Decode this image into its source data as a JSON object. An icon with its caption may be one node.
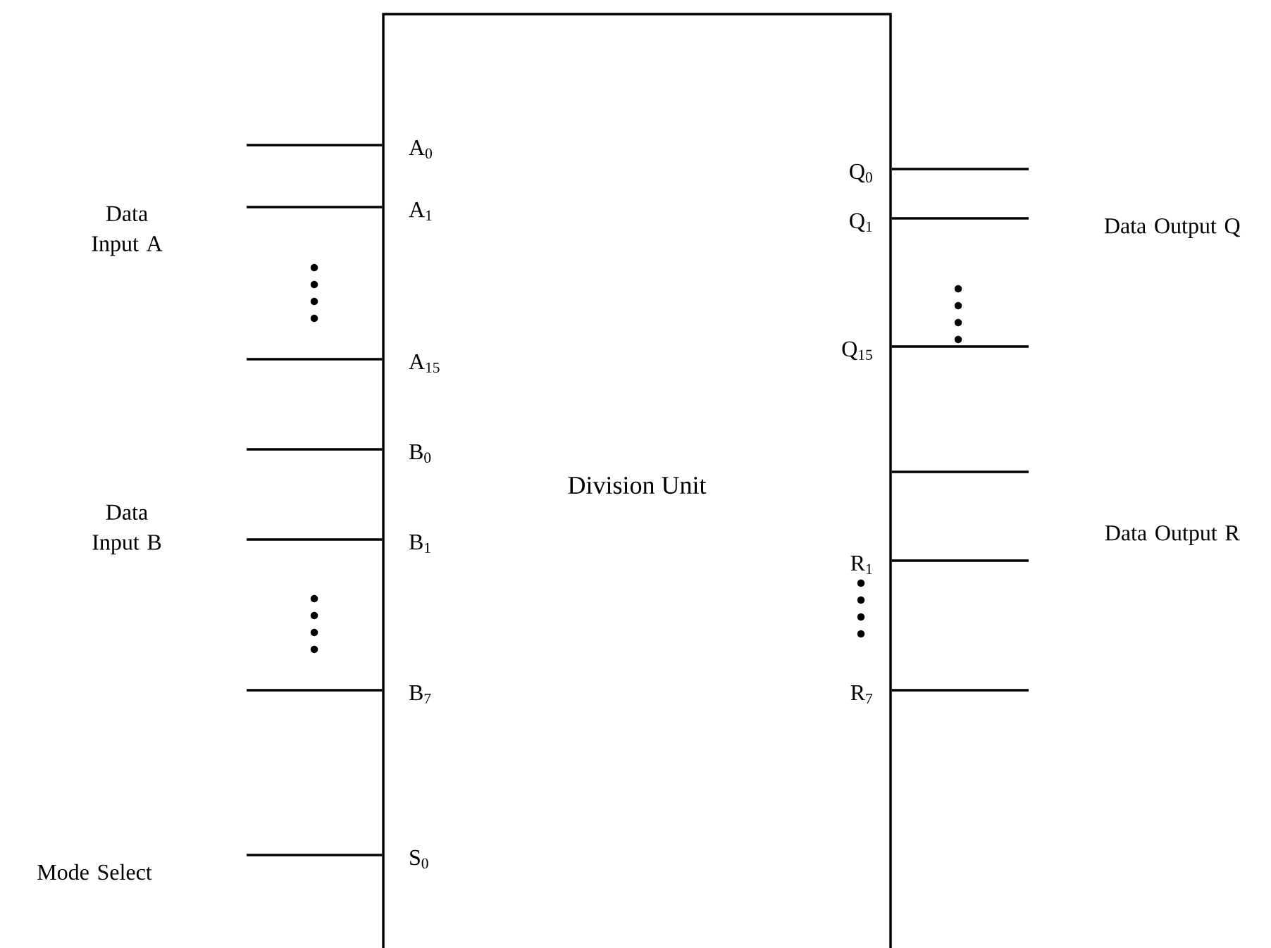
{
  "diagram": {
    "nodes": [
      {
        "text": [
          "Division Unit"
        ]
      },
      {
        "text": [
          "A$_{0}$"
        ],
        "in": 0
      },
      {
        "text": [
          "A$_{1}$"
        ],
        "in": 0
      },
      {
        "text": [
          "A$_{15}$"
        ],
        "in": 0
      },
      {
        "text": [
          "B$_{0}$"
        ],
        "in": 0
      },
      {
        "text": [
          "B$_{1}$"
        ],
        "in": 0
      },
      {
        "text": [
          "B$_{7}$"
        ],
        "in": 0
      },
      {
        "text": [
          "S$_{0}$"
        ],
        "in": 0
      },
      {
        "text": [
          "Q$_{0}$"
        ],
        "in": 0
      },
      {
        "text": [
          "Q$_{1}$"
        ],
        "in": 0
      },
      {
        "text": [
          "Q$_{15}$"
        ],
        "in": 0
      },
      {
        "text": [
          "R$_{1}$"
        ],
        "in": 0
      },
      {
        "text": [
          "R$_{7}$"
        ],
        "in": 0
      }
    ],
    "edges": [
      {
        "from": null,
        "to": 1,
        "arrow": "none"
      },
      {
        "from": null,
        "to": 2,
        "arrow": "none"
      },
      {
        "from": null,
        "to": 3,
        "arrow": "none"
      },
      {
        "from": null,
        "to": 4,
        "arrow": "none"
      },
      {
        "from": null,
        "to": 5,
        "arrow": "none"
      },
      {
        "from": null,
        "to": 6,
        "arrow": "none"
      },
      {
        "from": null,
        "to": 7,
        "arrow": "none"
      },
      {
        "from": 8,
        "to": null,
        "arrow": "none"
      },
      {
        "from": 9,
        "to": null,
        "arrow": "none"
      },
      {
        "from": 10,
        "to": null,
        "arrow": "none"
      },
      {
        "from": 0,
        "to": null,
        "arrow": "none"
      },
      {
        "from": 11,
        "to": null,
        "arrow": "none"
      },
      {
        "from": 12,
        "to": null,
        "arrow": "none"
      }
    ],
    "labels": [
      "Data Input A",
      "Data Output Q",
      "Data Input B",
      "Data Output R",
      "Mode Select"
    ]
  }
}
